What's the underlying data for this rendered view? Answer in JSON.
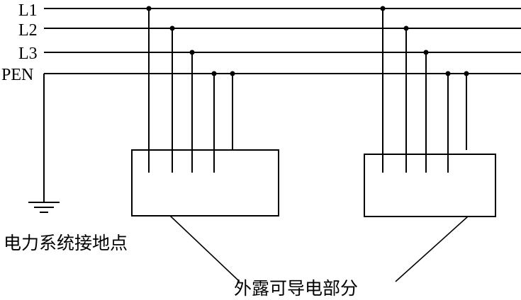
{
  "lines": {
    "l1": "L1",
    "l2": "L2",
    "l3": "L3",
    "pen": "PEN"
  },
  "labels": {
    "grounding_point": "电力系统接地点",
    "exposed_conductive_parts": "外露可导电部分"
  }
}
